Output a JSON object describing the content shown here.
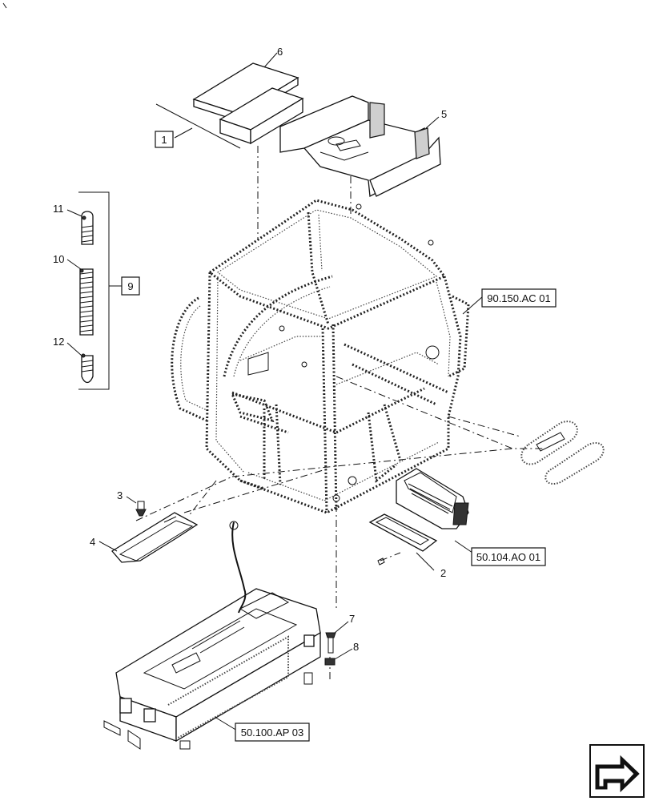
{
  "callouts": [
    {
      "id": "c1",
      "text": "1",
      "boxed": true
    },
    {
      "id": "c2",
      "text": "2",
      "boxed": false
    },
    {
      "id": "c3",
      "text": "3",
      "boxed": false
    },
    {
      "id": "c4",
      "text": "4",
      "boxed": false
    },
    {
      "id": "c5",
      "text": "5",
      "boxed": false
    },
    {
      "id": "c6",
      "text": "6",
      "boxed": false
    },
    {
      "id": "c7",
      "text": "7",
      "boxed": false
    },
    {
      "id": "c8",
      "text": "8",
      "boxed": false
    },
    {
      "id": "c9",
      "text": "9",
      "boxed": true
    },
    {
      "id": "c10",
      "text": "10",
      "boxed": false
    },
    {
      "id": "c11",
      "text": "11",
      "boxed": false
    },
    {
      "id": "c12",
      "text": "12",
      "boxed": false
    }
  ],
  "references": [
    {
      "id": "r1",
      "text": "90.150.AC 01"
    },
    {
      "id": "r2",
      "text": "50.104.AO 01"
    },
    {
      "id": "r3",
      "text": "50.100.AP 03"
    }
  ],
  "corner_icon": "navigation-arrow-icon"
}
